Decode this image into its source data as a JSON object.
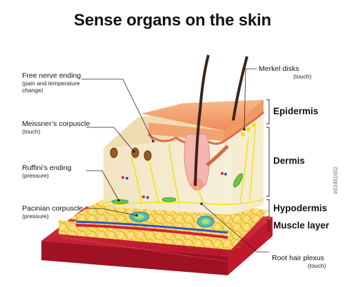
{
  "title": "Sense organs on the skin",
  "labels_left": [
    {
      "main": "Free nerve ending",
      "sub": "(pain and temperature change)"
    },
    {
      "main": "Meissner’s corpuscle",
      "sub": "(touch)"
    },
    {
      "main": "Ruffini’s ending",
      "sub": "(pressure)"
    },
    {
      "main": "Pacinian corpuscle",
      "sub": "(pressure)"
    }
  ],
  "labels_right": [
    {
      "main": "Merkel disks",
      "sub": "(touch)"
    },
    {
      "main": "Root hair plexus",
      "sub": "(touch)"
    }
  ],
  "layers": [
    "Epidermis",
    "Dermis",
    "Hypodermis",
    "Muscle layer"
  ],
  "watermark": "#83481602",
  "colors": {
    "epidermis": "#f4a46a",
    "dermis": "#f2e6c0",
    "fat": "#f7d35a",
    "muscle": "#d8283a",
    "nerve": "#f2e200"
  }
}
